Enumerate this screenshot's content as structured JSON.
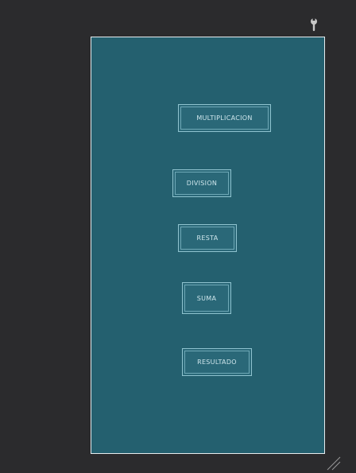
{
  "toolbar": {
    "settings_icon": "wrench-icon"
  },
  "preview": {
    "background_color": "#24606f",
    "buttons": {
      "multiplicacion": "MULTIPLICACION",
      "division": "DIVISION",
      "resta": "RESTA",
      "suma": "SUMA",
      "resultado": "RESULTADO"
    }
  },
  "resize_handle_icon": "resize-handle-icon"
}
